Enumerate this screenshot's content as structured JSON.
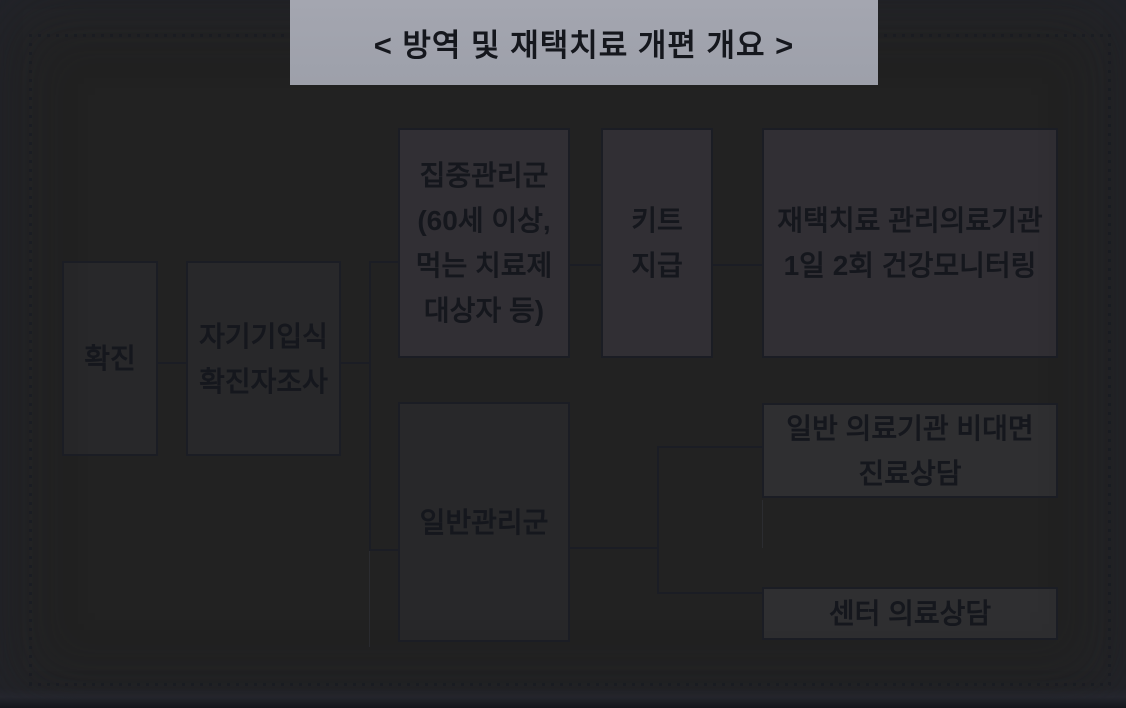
{
  "title": "< 방역 및 재택치료 개편 개요 >",
  "nodes": {
    "confirmed": {
      "line1": "확진"
    },
    "self_survey": {
      "line1": "자기기입식",
      "line2": "확진자조사"
    },
    "intensive_group": {
      "line1": "집중관리군",
      "line2": "(60세 이상,",
      "line3": "먹는 치료제",
      "line4": "대상자 등)"
    },
    "kit_supply": {
      "line1": "키트",
      "line2": "지급"
    },
    "home_treatment": {
      "line1": "재택치료 관리의료기관",
      "line2": "1일 2회 건강모니터링"
    },
    "general_group": {
      "line1": "일반관리군"
    },
    "general_clinic": {
      "line1": "일반 의료기관 비대면",
      "line2": "진료상담"
    },
    "center_consult": {
      "line1": "센터 의료상담"
    }
  },
  "colors": {
    "background_center": "#9da1aa",
    "background_edge": "#7d808a",
    "title_box_fill": "#a1a4ad",
    "box_border": "#1b1d24",
    "text": "#15171d",
    "dotted_border": "#1a1c21"
  }
}
